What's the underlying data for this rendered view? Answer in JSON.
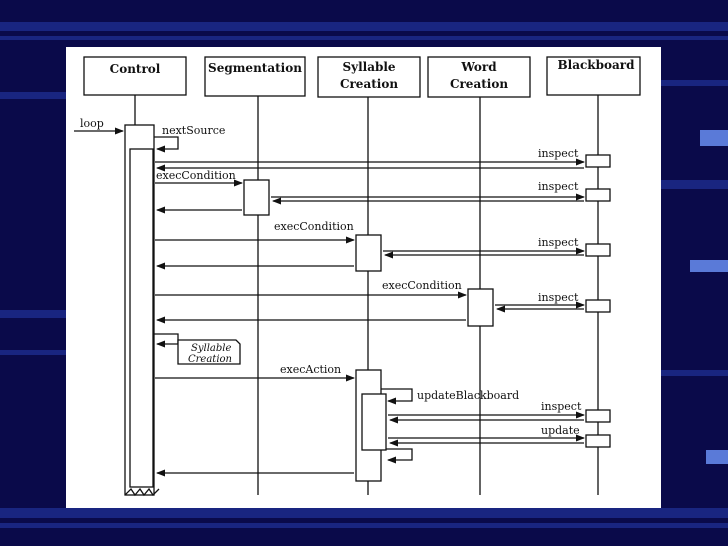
{
  "colors": {
    "background": "#0a0a4a",
    "stripe": "#2a3aa0",
    "accent": "#5a7ad8",
    "paper": "#ffffff",
    "ink": "#111111"
  },
  "diagram": {
    "lifelines": {
      "control": "Control",
      "segmentation": "Segmentation",
      "syllable_l1": "Syllable",
      "syllable_l2": "Creation",
      "word_l1": "Word",
      "word_l2": "Creation",
      "blackboard": "Blackboard"
    },
    "messages": {
      "loop": "loop",
      "next_source": "nextSource",
      "inspect": "inspect",
      "exec_condition": "execCondition",
      "exec_action": "execAction",
      "update_blackboard": "updateBlackboard",
      "update": "update"
    },
    "note_l1": "Syllable",
    "note_l2": "Creation"
  }
}
